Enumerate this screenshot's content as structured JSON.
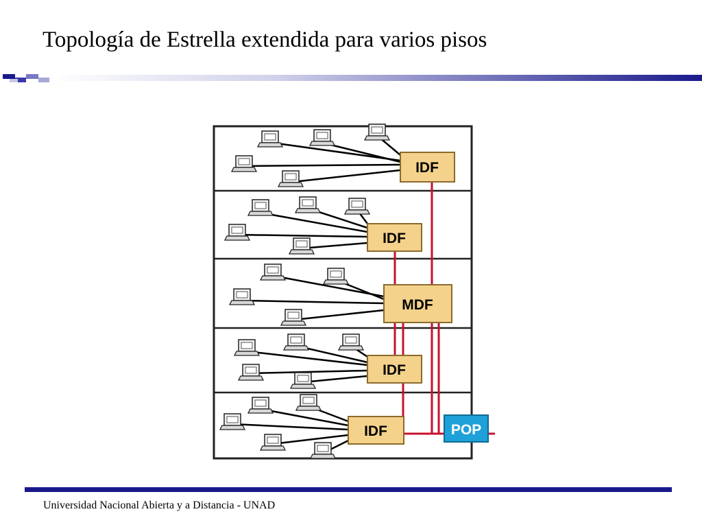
{
  "slide": {
    "title": "Topología de Estrella extendida para varios pisos",
    "footer": "Universidad Nacional Abierta y a Distancia - UNAD"
  },
  "diagram": {
    "floors": [
      {
        "node_label": "IDF",
        "computers": 5
      },
      {
        "node_label": "IDF",
        "computers": 5
      },
      {
        "node_label": "MDF",
        "computers": 4
      },
      {
        "node_label": "IDF",
        "computers": 5
      },
      {
        "node_label": "IDF",
        "computers": 5
      }
    ],
    "pop_label": "POP"
  },
  "colors": {
    "title_rule_dark": "#1a1a8c",
    "title_rule_light": "#c8c8e6",
    "footer_rule": "#1a1a8c",
    "node_fill": "#f4d28c",
    "node_border": "#8a6a2c",
    "pop_fill": "#1ea0d8",
    "backbone_line": "#c8102e",
    "cable_line": "#000000",
    "building_border": "#222222"
  }
}
